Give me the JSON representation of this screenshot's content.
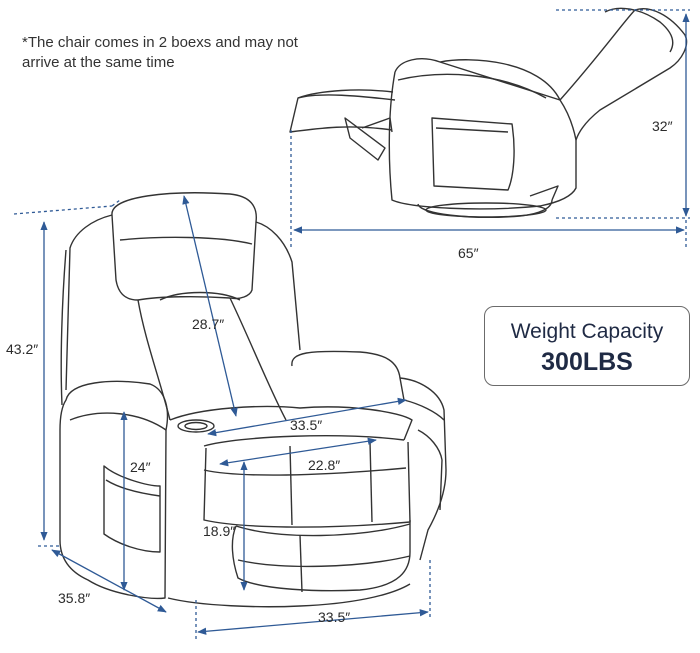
{
  "note": {
    "line1": "*The chair comes in 2 boexs and may not",
    "line2": "arrive at the same time"
  },
  "weight_capacity": {
    "label": "Weight Capacity",
    "value": "300LBS"
  },
  "dimensions": {
    "reclined_height": "32″",
    "reclined_length": "65″",
    "total_height": "43.2″",
    "backrest_height": "28.7″",
    "seat_width_outer": "33.5″",
    "seat_width_inner": "22.8″",
    "armrest_height": "24″",
    "seat_height": "18.9″",
    "depth": "35.8″",
    "base_width": "33.5″"
  },
  "colors": {
    "dimension_line": "#2f5a96",
    "outline": "#333333"
  }
}
